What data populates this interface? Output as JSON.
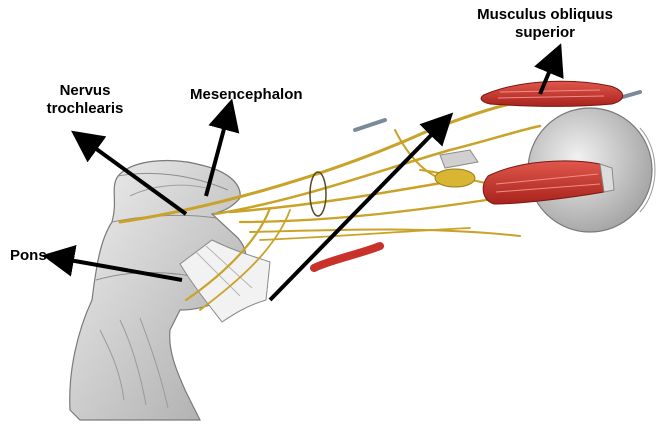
{
  "labels": {
    "musculus_line1": "Musculus obliquus",
    "musculus_line2": "superior",
    "nervus_line1": "Nervus",
    "nervus_line2": "trochlearis",
    "mesencephalon": "Mesencephalon",
    "pons": "Pons"
  },
  "colors": {
    "nerve": "#c9a227",
    "muscle": "#c8322a",
    "brainstem": "#d9d9d9",
    "eyeball": "#e2e2e2",
    "arrow": "#000000"
  }
}
